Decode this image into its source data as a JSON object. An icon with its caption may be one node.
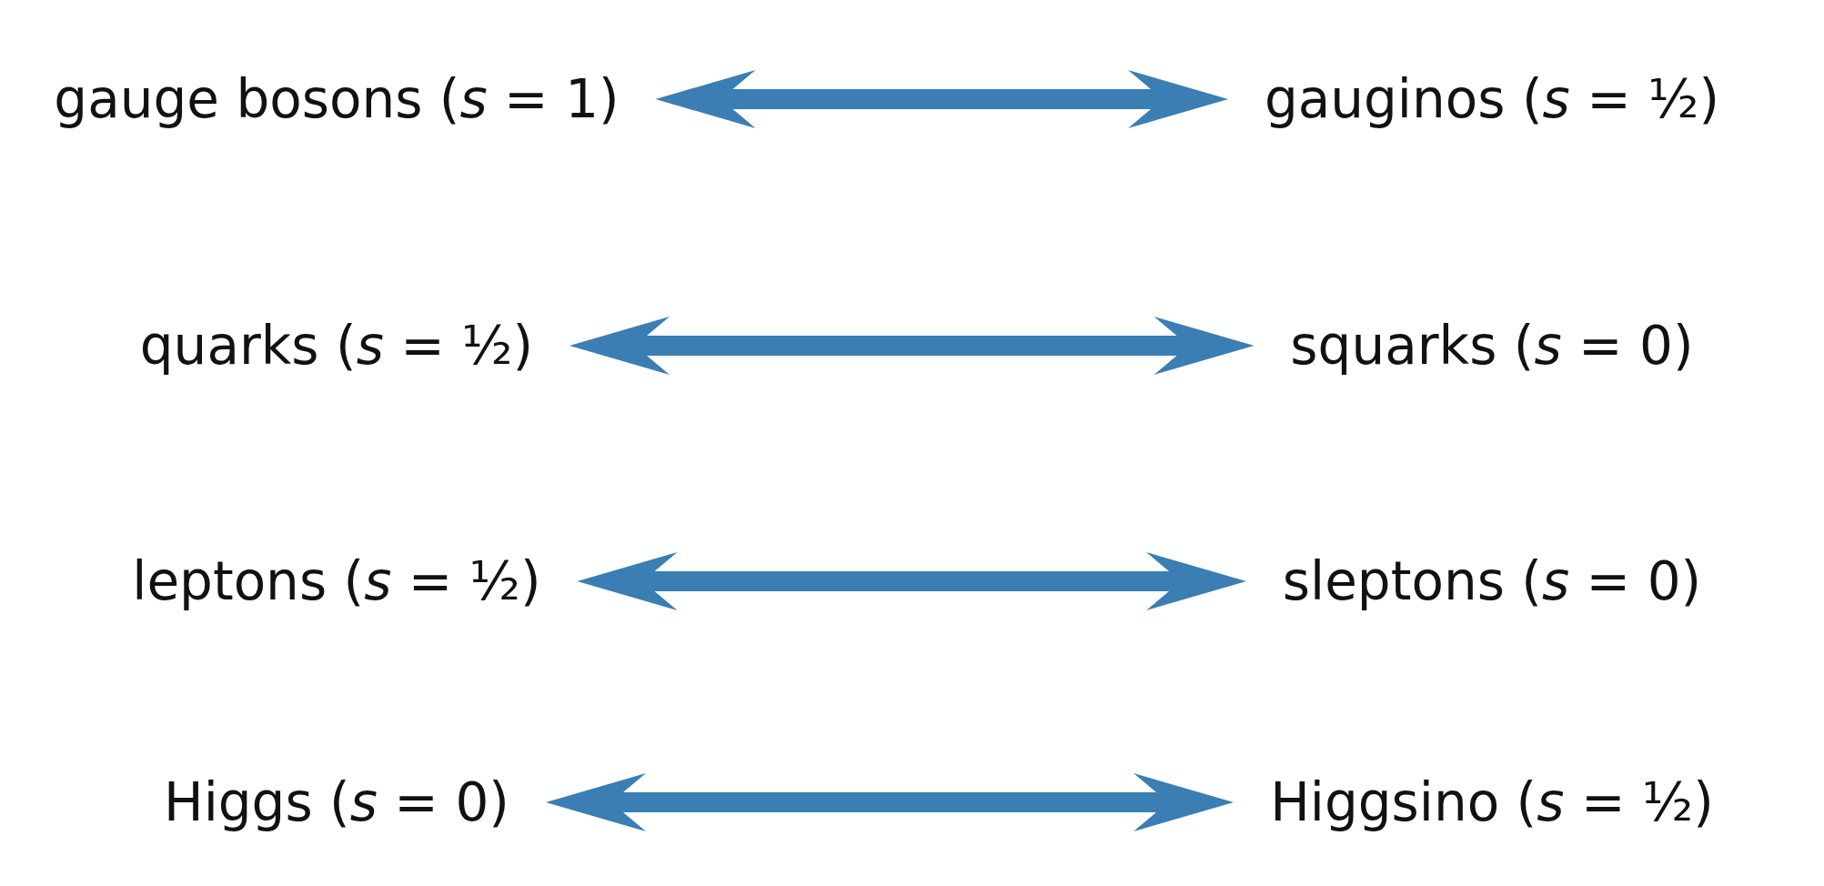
{
  "diagram": {
    "nodes": [
      {
        "text": [
          "gauge bosons (*s* = 1)"
        ]
      },
      {
        "text": [
          "gauginos (*s* = ½)"
        ]
      },
      {
        "text": [
          "quarks (*s* = ½)"
        ]
      },
      {
        "text": [
          "squarks (*s* = 0)"
        ]
      },
      {
        "text": [
          "leptons (*s* = ½)"
        ]
      },
      {
        "text": [
          "sleptons (*s* = 0)"
        ]
      },
      {
        "text": [
          "Higgs (*s* = 0)"
        ]
      },
      {
        "text": [
          "Higgsino (*s* = ½)"
        ]
      }
    ],
    "edges": [
      {
        "from": 0,
        "to": 1,
        "arrow": "both"
      },
      {
        "from": 2,
        "to": 3,
        "arrow": "both"
      },
      {
        "from": 4,
        "to": 5,
        "arrow": "both"
      },
      {
        "from": 6,
        "to": 7,
        "arrow": "both"
      }
    ]
  }
}
